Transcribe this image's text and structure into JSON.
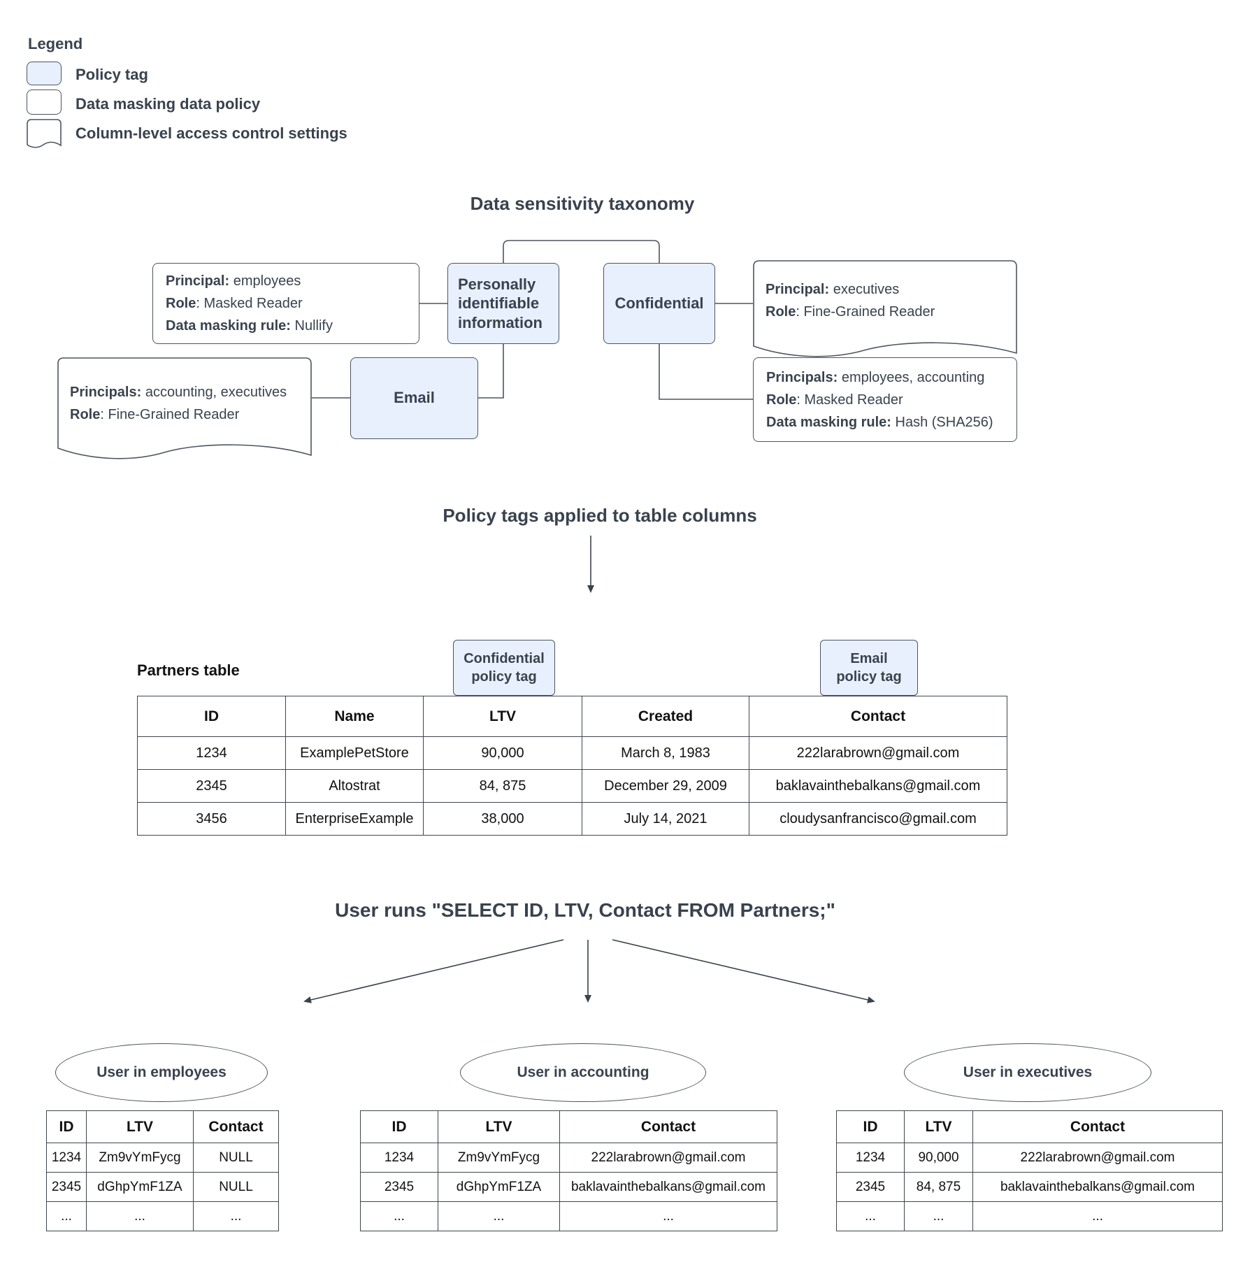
{
  "colors": {
    "policy_tag_fill": "#e8f0fe",
    "box_border": "#4d5560",
    "title_text": "#39424e",
    "table_border": "#3f464e"
  },
  "legend": {
    "title": "Legend",
    "items": [
      {
        "swatch": "policy-tag-swatch",
        "label": "Policy tag"
      },
      {
        "swatch": "data-masking-swatch",
        "label": "Data masking data policy"
      },
      {
        "swatch": "access-control-swatch",
        "label": "Column-level access control settings"
      }
    ]
  },
  "taxonomy": {
    "title": "Data sensitivity taxonomy",
    "nodes": {
      "pii": "Personally identifiable information",
      "confidential": "Confidential",
      "email": "Email"
    },
    "policies": {
      "pii_masking": {
        "lines": [
          {
            "label": "Principal:",
            "value": " employees"
          },
          {
            "label": "Role",
            "value": ": Masked Reader"
          },
          {
            "label": "Data masking rule:",
            "value": " Nullify"
          }
        ]
      },
      "confidential_access": {
        "lines": [
          {
            "label": "Principal:",
            "value": " executives"
          },
          {
            "label": "Role",
            "value": ": Fine-Grained Reader"
          }
        ]
      },
      "email_access": {
        "lines": [
          {
            "label": "Principals:",
            "value": " accounting, executives"
          },
          {
            "label": "Role",
            "value": ": Fine-Grained Reader"
          }
        ]
      },
      "confidential_masking": {
        "lines": [
          {
            "label": "Principals:",
            "value": " employees, accounting"
          },
          {
            "label": "Role",
            "value": ": Masked Reader"
          },
          {
            "label": "Data masking rule:",
            "value": " Hash (SHA256)"
          }
        ]
      }
    }
  },
  "policy_section": {
    "title": "Policy tags applied to table columns",
    "table_label": "Partners table",
    "tags": {
      "confidential": {
        "line1": "Confidential",
        "line2": "policy tag"
      },
      "email": {
        "line1": "Email",
        "line2": "policy tag"
      }
    }
  },
  "partners_table": {
    "headers": [
      "ID",
      "Name",
      "LTV",
      "Created",
      "Contact"
    ],
    "rows": [
      [
        "1234",
        "ExamplePetStore",
        "90,000",
        "March 8, 1983",
        "222larabrown@gmail.com"
      ],
      [
        "2345",
        "Altostrat",
        "84, 875",
        "December 29, 2009",
        "baklavainthebalkans@gmail.com"
      ],
      [
        "3456",
        "EnterpriseExample",
        "38,000",
        "July 14, 2021",
        "cloudysanfrancisco@gmail.com"
      ]
    ]
  },
  "query_section": {
    "title": "User runs \"SELECT ID, LTV, Contact FROM Partners;\"",
    "results": [
      {
        "user": "User in employees",
        "headers": [
          "ID",
          "LTV",
          "Contact"
        ],
        "rows": [
          [
            "1234",
            "Zm9vYmFycg",
            "NULL"
          ],
          [
            "2345",
            "dGhpYmF1ZA",
            "NULL"
          ],
          [
            "...",
            "...",
            "..."
          ]
        ]
      },
      {
        "user": "User in accounting",
        "headers": [
          "ID",
          "LTV",
          "Contact"
        ],
        "rows": [
          [
            "1234",
            "Zm9vYmFycg",
            "222larabrown@gmail.com"
          ],
          [
            "2345",
            "dGhpYmF1ZA",
            "baklavainthebalkans@gmail.com"
          ],
          [
            "...",
            "...",
            "..."
          ]
        ]
      },
      {
        "user": "User in executives",
        "headers": [
          "ID",
          "LTV",
          "Contact"
        ],
        "rows": [
          [
            "1234",
            "90,000",
            "222larabrown@gmail.com"
          ],
          [
            "2345",
            "84, 875",
            "baklavainthebalkans@gmail.com"
          ],
          [
            "...",
            "...",
            "..."
          ]
        ]
      }
    ]
  }
}
